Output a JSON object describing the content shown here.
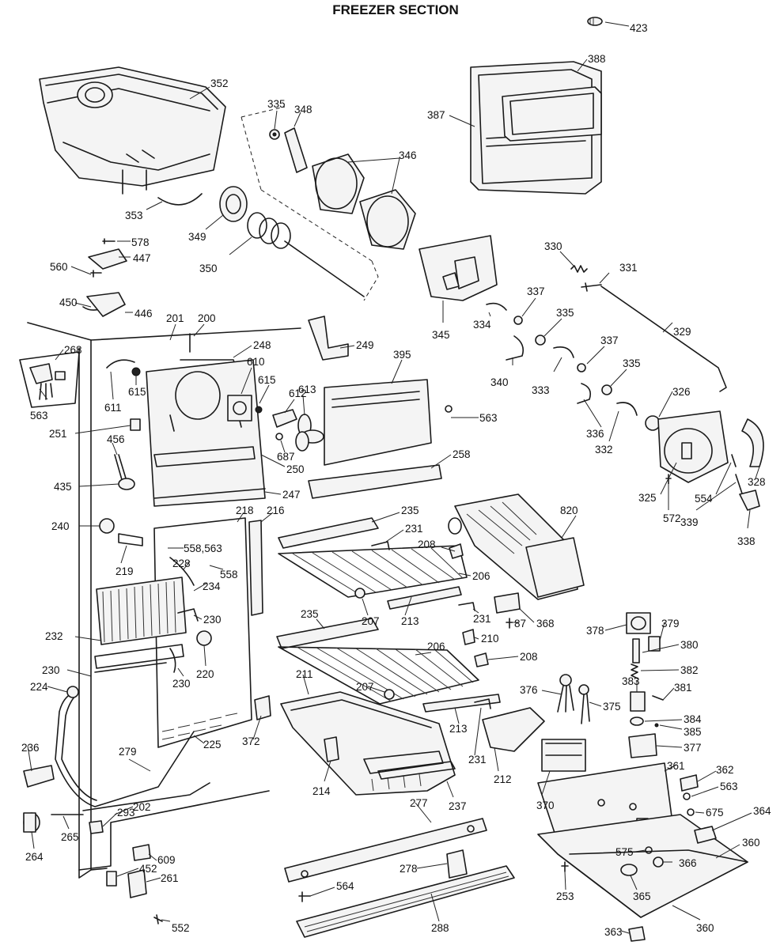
{
  "title": "FREEZER SECTION",
  "labels": [
    "423",
    "388",
    "387",
    "352",
    "335",
    "348",
    "346",
    "353",
    "349",
    "350",
    "578",
    "447",
    "560",
    "450",
    "446",
    "345",
    "330",
    "331",
    "329",
    "337",
    "335",
    "334",
    "340",
    "333",
    "337",
    "335",
    "201",
    "200",
    "249",
    "268",
    "248",
    "610",
    "615",
    "612",
    "613",
    "563",
    "611",
    "615",
    "395",
    "251",
    "687",
    "250",
    "563",
    "456",
    "435",
    "247",
    "258",
    "336",
    "332",
    "326",
    "328",
    "554",
    "339",
    "325",
    "572",
    "338",
    "240",
    "218",
    "216",
    "235",
    "231",
    "820",
    "558,563",
    "219",
    "228",
    "208",
    "558",
    "206",
    "234",
    "230",
    "207",
    "213",
    "231",
    "368",
    "87",
    "232",
    "235",
    "210",
    "206",
    "208",
    "378",
    "379",
    "380",
    "382",
    "220",
    "230",
    "230",
    "224",
    "211",
    "207",
    "383",
    "381",
    "376",
    "375",
    "384",
    "385",
    "377",
    "213",
    "231",
    "372",
    "236",
    "279",
    "225",
    "214",
    "237",
    "212",
    "370",
    "361",
    "362",
    "563",
    "675",
    "364",
    "202",
    "277",
    "293",
    "265",
    "264",
    "609",
    "452",
    "261",
    "278",
    "575",
    "366",
    "360",
    "564",
    "253",
    "365",
    "552",
    "288",
    "363",
    "360"
  ]
}
